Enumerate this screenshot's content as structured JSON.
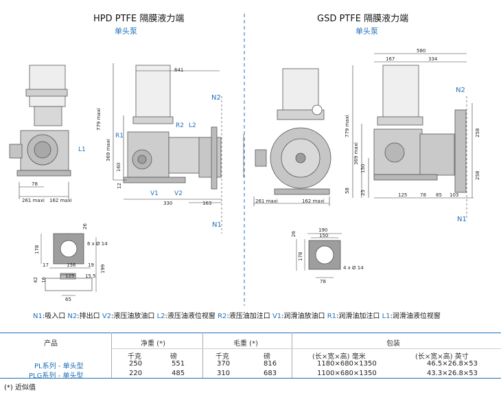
{
  "left": {
    "title": "HPD PTFE 隔膜液力端",
    "subtitle": "单头泵",
    "dims": {
      "d641": "641",
      "d779": "779 maxi",
      "d369": "369 maxi",
      "d160": "160",
      "d12": "12",
      "d78": "78",
      "d261": "261 maxi",
      "d162": "162 maxi",
      "d330": "330",
      "d163": "163",
      "d178": "178",
      "d26": "26",
      "d6x14": "6 x Ø 14",
      "d17": "17",
      "d156": "156",
      "d19": "19",
      "d125": "125",
      "d155": "15,5",
      "d199": "199",
      "d42": "42",
      "d16": "16",
      "d65": "65"
    },
    "labels": {
      "n2": "N2",
      "n1": "N1",
      "r1": "R1",
      "r2": "R2",
      "l2": "L2",
      "l1": "L1",
      "v1": "V1",
      "v2": "V2"
    }
  },
  "right": {
    "title": "GSD PTFE 隔膜液力端",
    "subtitle": "单头泵",
    "dims": {
      "d580": "580",
      "d167": "167",
      "d334": "334",
      "d779": "779 maxi",
      "d258a": "258",
      "d258b": "258",
      "d369": "369 maxi",
      "d150": "150",
      "d58": "58",
      "d25": "25",
      "d125": "125",
      "d78": "78",
      "d85": "85",
      "d103": "103",
      "d261": "261 maxi",
      "d162": "162 maxi",
      "d190": "190",
      "d150b": "150",
      "d26": "26",
      "d178": "178",
      "d4x14": "4 x Ø 14",
      "d78b": "78"
    },
    "labels": {
      "n2": "N2",
      "n1": "N1"
    }
  },
  "legend": [
    {
      "key": "N1",
      "text": ":吸入口"
    },
    {
      "key": "N2",
      "text": ":排出口"
    },
    {
      "key": "V2",
      "text": ":液压油放油口"
    },
    {
      "key": "L2",
      "text": ":液压油液位视窗"
    },
    {
      "key": "R2",
      "text": ":液压油加注口"
    },
    {
      "key": "V1",
      "text": ":润滑油放油口"
    },
    {
      "key": "R1",
      "text": ":润滑油加注口"
    },
    {
      "key": "L1",
      "text": ":润滑油液位视窗"
    }
  ],
  "table": {
    "h_product": "产品",
    "h_net": "净重 (*)",
    "h_gross": "毛重 (*)",
    "h_pack": "包装",
    "h_kg1": "千克",
    "h_lb1": "磅",
    "h_kg2": "千克",
    "h_lb2": "磅",
    "h_mm": "(长×宽×高) 毫米",
    "h_in": "(长×宽×高) 英寸",
    "rows": [
      {
        "name": "PL系列 - 单头型",
        "kg1": "250",
        "lb1": "551",
        "kg2": "370",
        "lb2": "816",
        "mm": "1180×680×1350",
        "in": "46.5×26.8×53"
      },
      {
        "name": "PLG系列 - 单头型",
        "kg1": "220",
        "lb1": "485",
        "kg2": "310",
        "lb2": "683",
        "mm": "1100×680×1350",
        "in": "43.3×26.8×53"
      }
    ]
  },
  "note": "(*) 近似值",
  "colors": {
    "accent": "#1d6fb8",
    "line": "#333333",
    "rule": "#1d6fb8"
  }
}
